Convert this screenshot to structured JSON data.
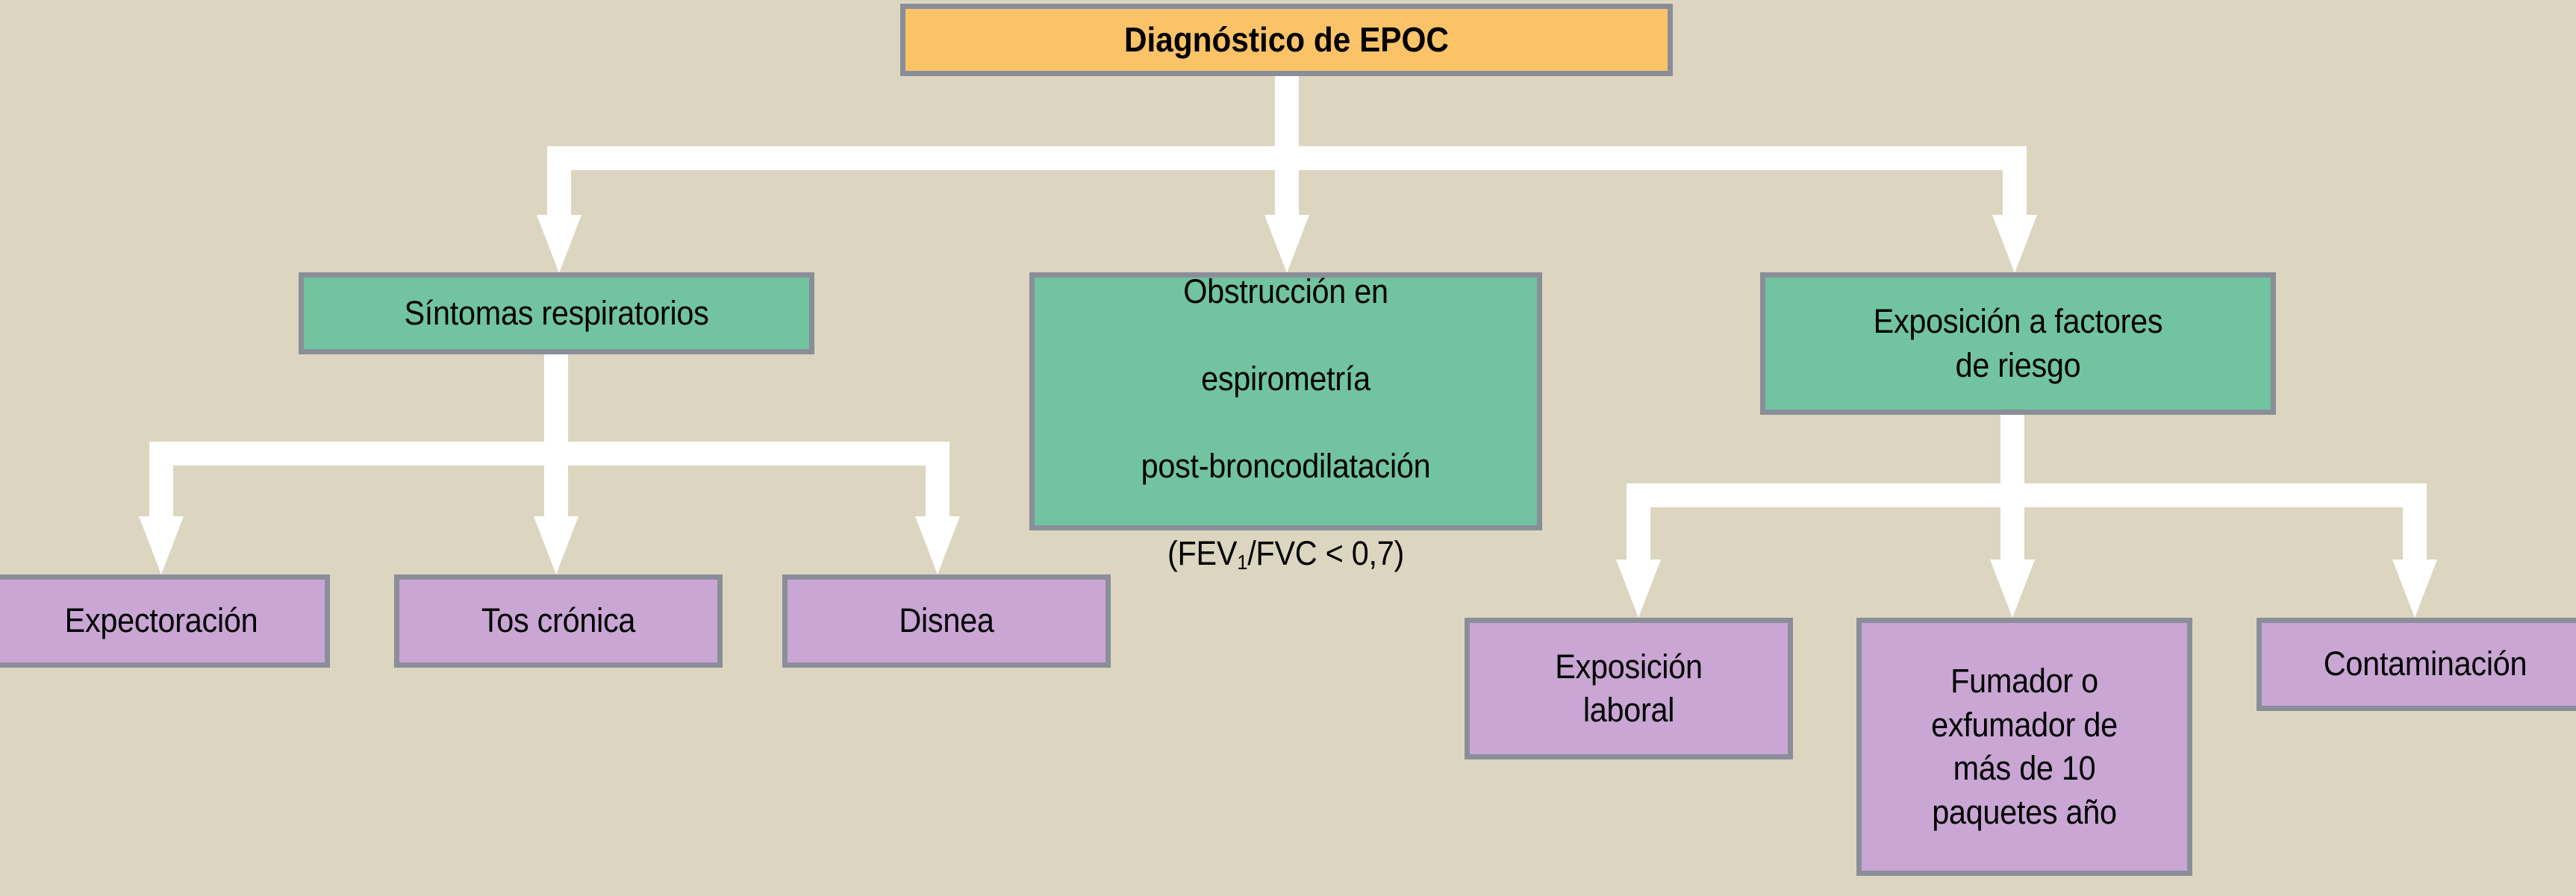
{
  "diagram": {
    "title": "Diagnóstico de EPOC",
    "background_color": "#dcd6c0",
    "colors": {
      "root_fill": "#fbc368",
      "criteria_fill": "#71c49f",
      "detail_fill": "#c9a6d4",
      "border": "#8a8e99",
      "connector": "#ffffff",
      "text": "#000000"
    },
    "root": {
      "label": "Diagnóstico de EPOC"
    },
    "criteria": [
      {
        "id": "sintomas",
        "label": "Síntomas respiratorios"
      },
      {
        "id": "obstruccion",
        "label": "Obstrucción en\nespirometría\npost-broncodilatación\n(FEV₁/FVC < 0,7)",
        "line1": "Obstrucción en",
        "line2": "espirometría",
        "line3": "post-broncodilatación",
        "line4_pre": "(FEV",
        "line4_sub": "1",
        "line4_post": "/FVC < 0,7)"
      },
      {
        "id": "exposicion",
        "label": "Exposición a factores\nde riesgo"
      }
    ],
    "symptoms": [
      {
        "id": "expectoracion",
        "label": "Expectoración"
      },
      {
        "id": "tos-cronica",
        "label": "Tos crónica"
      },
      {
        "id": "disnea",
        "label": "Disnea"
      }
    ],
    "risk_factors": [
      {
        "id": "exposicion-laboral",
        "label": "Exposición\nlaboral"
      },
      {
        "id": "fumador",
        "label": "Fumador o\nexfumador de\nmás de 10\npaquetes año"
      },
      {
        "id": "contaminacion",
        "label": "Contaminación"
      }
    ]
  }
}
